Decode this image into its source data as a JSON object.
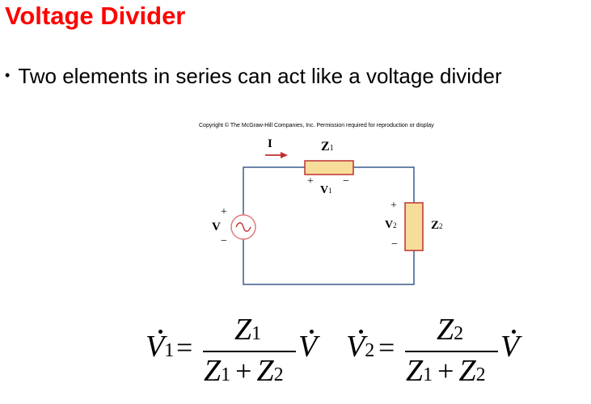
{
  "slide": {
    "title": "Voltage Divider",
    "bullet": "Two elements in series can act like a voltage divider",
    "bullet_marker": "•"
  },
  "figure": {
    "copyright": "Copyright © The McGraw-Hill Companies, Inc. Permission required for reproduction or display",
    "current_label": "I",
    "z1_label": "Z",
    "z1_sub": "1",
    "z2_label": "Z",
    "z2_sub": "2",
    "v1_label": "V",
    "v1_sub": "1",
    "v2_label": "V",
    "v2_sub": "2",
    "source_label": "V",
    "plus": "+",
    "minus": "−",
    "colors": {
      "wire": "#3a5a8c",
      "resistor_fill": "#f7dd9a",
      "resistor_stroke": "#c03030",
      "arrow": "#c03030",
      "source_stroke": "#e07a7a"
    }
  },
  "equations": {
    "eq1": {
      "lhs": "V",
      "lhs_sub": "1",
      "equals": "=",
      "num": "Z",
      "num_sub": "1",
      "den_a": "Z",
      "den_a_sub": "1",
      "den_plus": "+",
      "den_b": "Z",
      "den_b_sub": "2",
      "rhs": "V"
    },
    "eq2": {
      "lhs": "V",
      "lhs_sub": "2",
      "equals": "=",
      "num": "Z",
      "num_sub": "2",
      "den_a": "Z",
      "den_a_sub": "1",
      "den_plus": "+",
      "den_b": "Z",
      "den_b_sub": "2",
      "rhs": "V"
    }
  }
}
